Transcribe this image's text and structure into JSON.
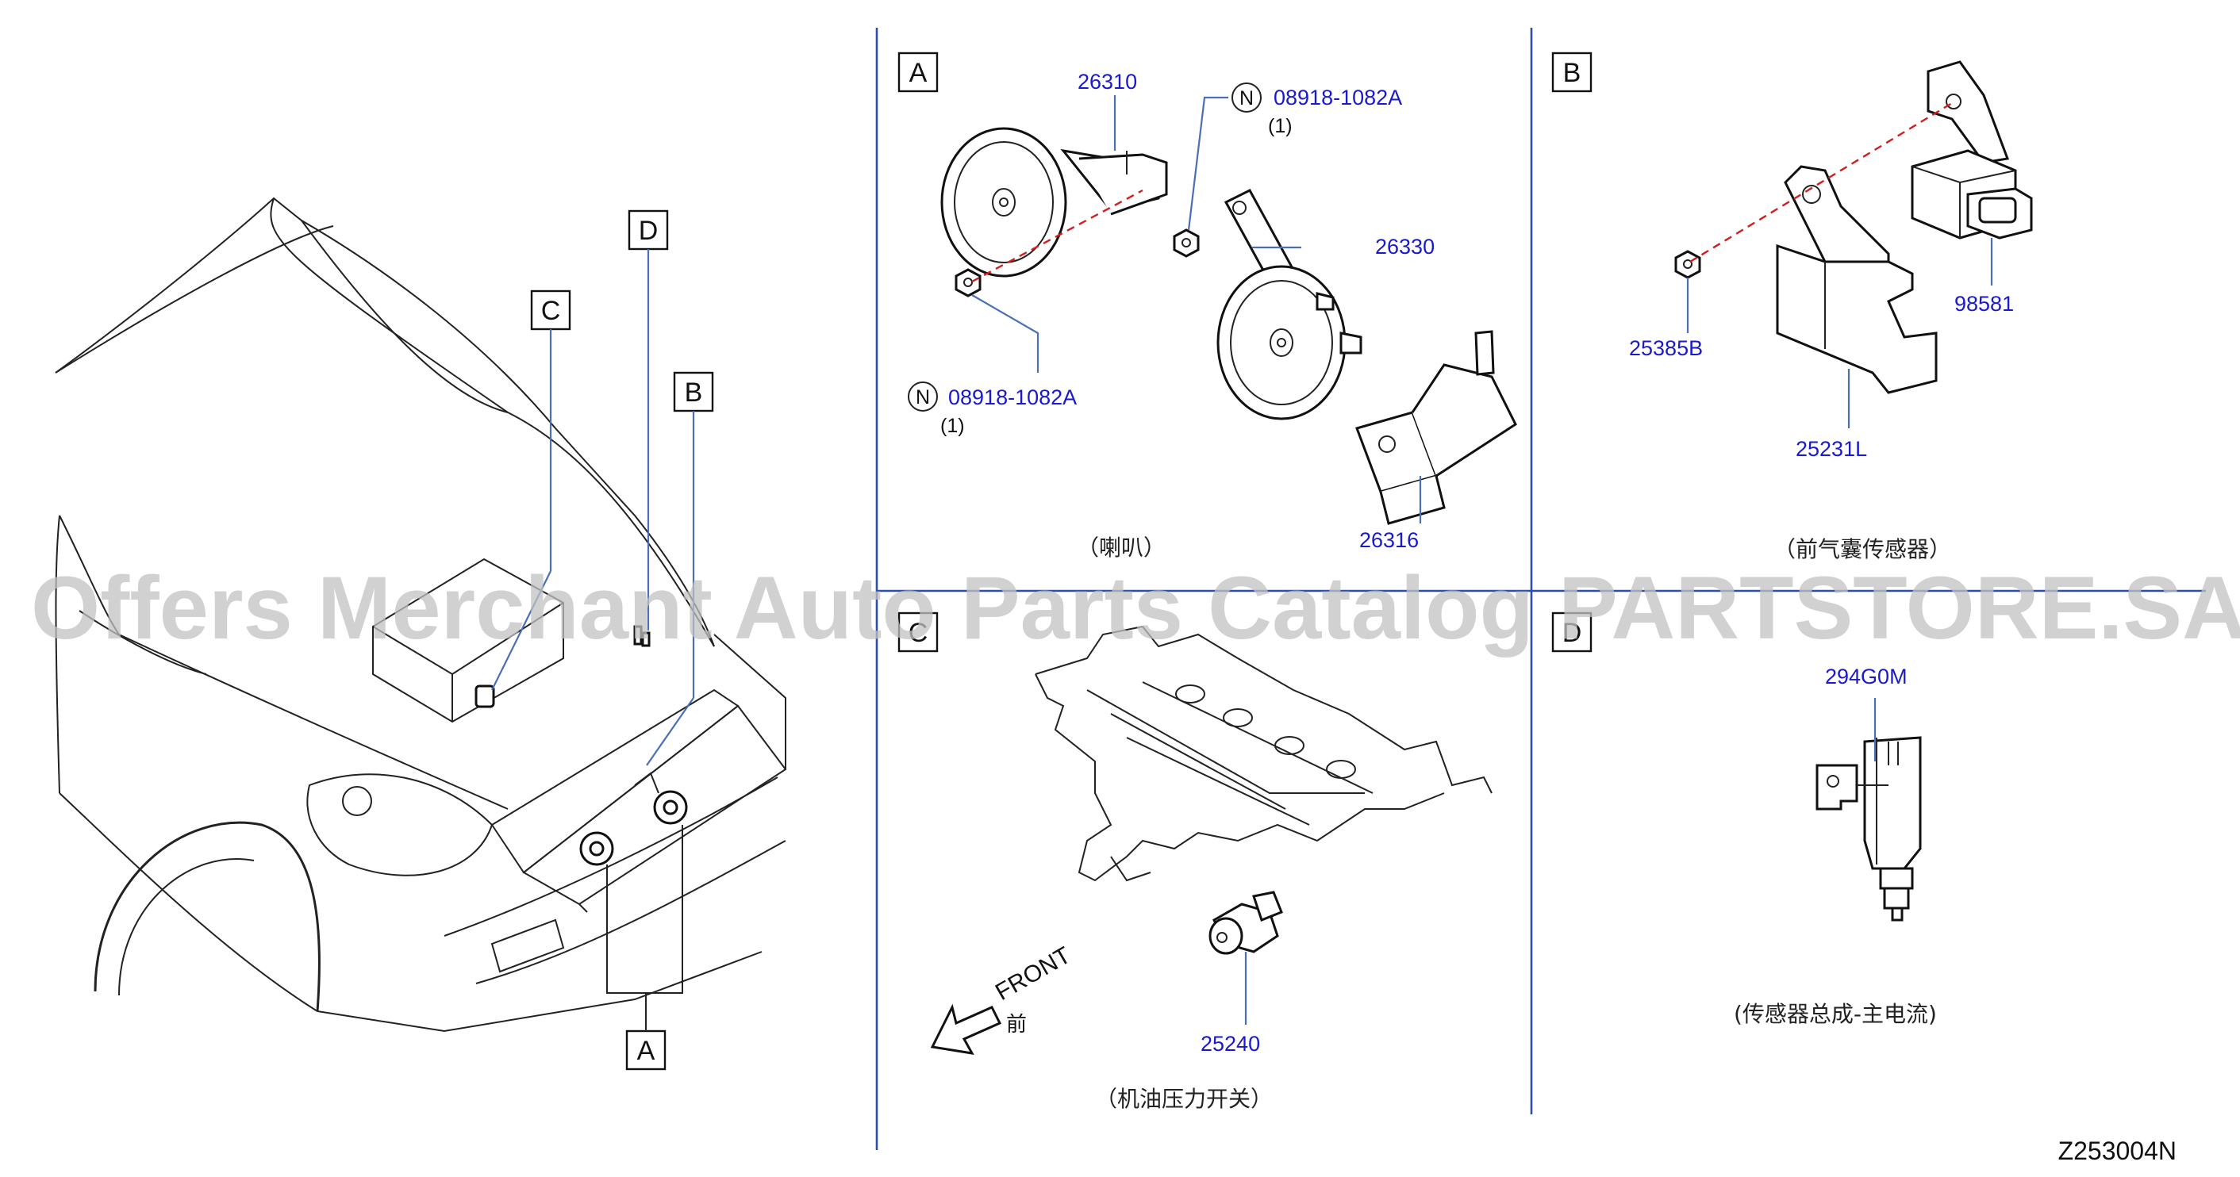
{
  "diagram_code": "Z253004N",
  "watermark": "Offers Merchant Auto Parts Catalog PARTSTORE.SA",
  "overview": {
    "callouts": [
      "D",
      "C",
      "B",
      "A"
    ]
  },
  "panels": {
    "A": {
      "letter": "A",
      "caption": "（喇叭）",
      "parts": {
        "horn_upper": "26310",
        "horn_lower": "26330",
        "bracket": "26316",
        "nut_top": "08918-1082A",
        "nut_top_qty": "(1)",
        "nut_left": "08918-1082A",
        "nut_left_qty": "(1)",
        "nut_symbol": "N"
      }
    },
    "B": {
      "letter": "B",
      "caption": "（前气囊传感器）",
      "parts": {
        "nut": "25385B",
        "sensor": "98581",
        "bracket": "25231L"
      }
    },
    "C": {
      "letter": "C",
      "caption": "（机油压力开关）",
      "parts": {
        "switch": "25240"
      },
      "front_label": "FRONT",
      "front_label_cn": "前"
    },
    "D": {
      "letter": "D",
      "caption": "(传感器总成-主电流)",
      "parts": {
        "sensor": "294G0M"
      }
    }
  }
}
